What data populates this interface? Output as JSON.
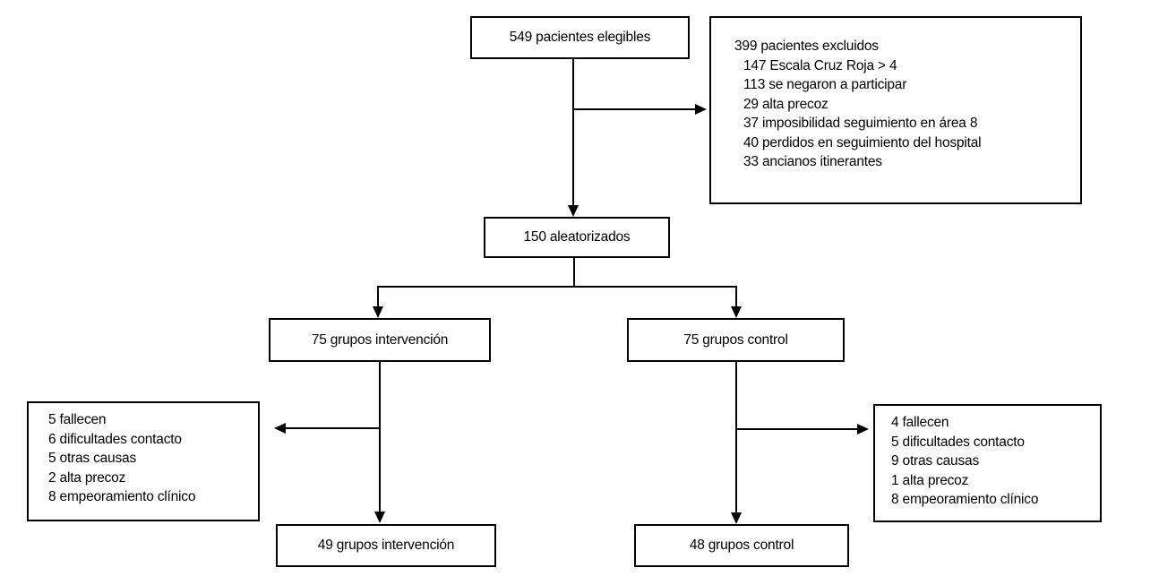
{
  "diagram": {
    "type": "flowchart",
    "language": "es",
    "colors": {
      "line": "#000000",
      "background": "#ffffff",
      "text": "#000000"
    },
    "nodes": {
      "eligible": {
        "label": "549 pacientes elegibles"
      },
      "excluded": {
        "lines": [
          "399 pacientes excluidos",
          "147 Escala Cruz Roja > 4",
          "113 se negaron a participar",
          "29 alta precoz",
          "37 imposibilidad seguimiento en área 8",
          "40 perdidos en seguimiento del hospital",
          "33 ancianos itinerantes"
        ]
      },
      "randomized": {
        "label": "150 aleatorizados"
      },
      "intervention_alloc": {
        "label": "75 grupos intervención"
      },
      "control_alloc": {
        "label": "75 grupos control"
      },
      "intervention_losses": {
        "lines": [
          "5 fallecen",
          "6 dificultades contacto",
          "5 otras causas",
          "2 alta precoz",
          "8 empeoramiento clínico"
        ]
      },
      "control_losses": {
        "lines": [
          "4 fallecen",
          "5 dificultades contacto",
          "9 otras causas",
          "1 alta precoz",
          "8 empeoramiento clínico"
        ]
      },
      "intervention_final": {
        "label": "49 grupos intervención"
      },
      "control_final": {
        "label": "48 grupos control"
      }
    }
  }
}
